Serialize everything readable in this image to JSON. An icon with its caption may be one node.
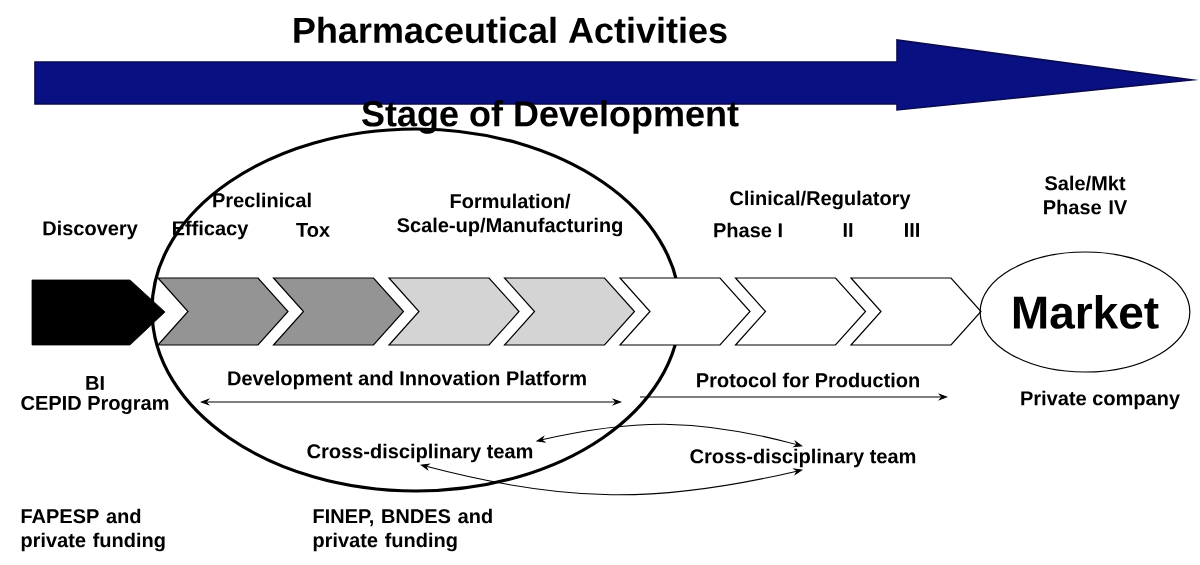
{
  "diagram": {
    "title": "Pharmaceutical Activities",
    "nodes": [
      {
        "text": [
          "Market"
        ]
      },
      {
        "text": [
          "Cross-disciplinary team"
        ]
      },
      {
        "text": [
          "Cross-disciplinary team"
        ]
      }
    ],
    "edges": [
      {
        "from": 1,
        "to": 2,
        "arrow": "both"
      },
      {
        "from": 1,
        "to": 2,
        "arrow": "both"
      }
    ],
    "labels": [
      "Stage of Development",
      "Sale/Mkt Phase IV",
      "Preclinical",
      "Formulation/ Scale-up/Manufacturing",
      "Clinical/Regulatory",
      "Discovery",
      "Efficacy",
      "Tox",
      "Phase I",
      "II",
      "III",
      "BI",
      "Development and Innovation Platform",
      "Protocol for Production",
      "CEPID Program",
      "Private company",
      "FAPESP and private funding",
      "FINEP, BNDES and private funding"
    ]
  }
}
